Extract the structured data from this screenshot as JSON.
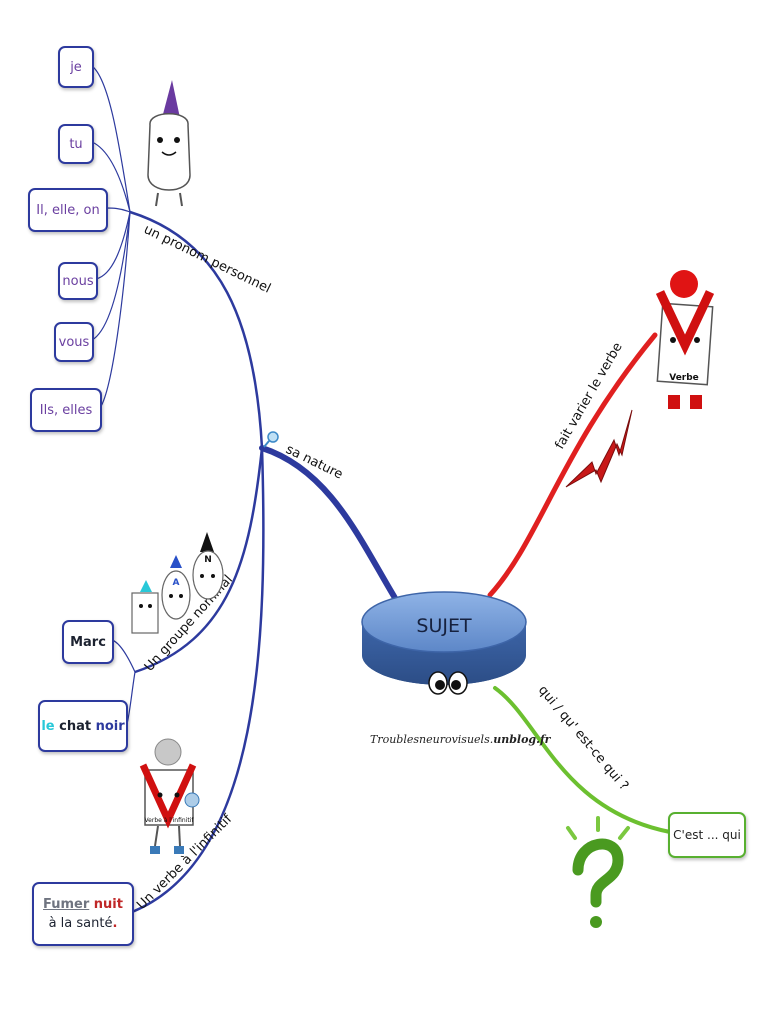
{
  "central": {
    "label": "SUJET"
  },
  "credit": {
    "name": "Troublesneurovisuels.",
    "domain": "unblog.fr"
  },
  "branches": {
    "nature": "sa nature",
    "pronoun": "un pronom personnel",
    "group": "Un groupe nominal",
    "infinitive": "Un verbe à l'infinitif",
    "verb": "fait varier le verbe",
    "question": "qui / qu' est-ce qui ?"
  },
  "pronouns": [
    "je",
    "tu",
    "Il, elle, on",
    "nous",
    "vous",
    "Ils, elles"
  ],
  "examples": {
    "marc": "Marc",
    "gn": {
      "det": "le",
      "noun": "chat",
      "adj": "noir"
    },
    "inf": {
      "verb": "Fumer",
      "mid": "nuit",
      "rest": "à la santé",
      "dot": "."
    },
    "cest": "C'est ... qui"
  },
  "mascots": {
    "verb_badge": "Verbe",
    "inf_badge": "Verbe à l'infinitif",
    "n_letter": "N",
    "a_letter": "A"
  },
  "colors": {
    "navy": "#2d3a9e",
    "red": "#e02020",
    "green": "#6cc030",
    "disk": "#6f9bd8",
    "det": "#28c8d8",
    "mid": "#c02828"
  }
}
